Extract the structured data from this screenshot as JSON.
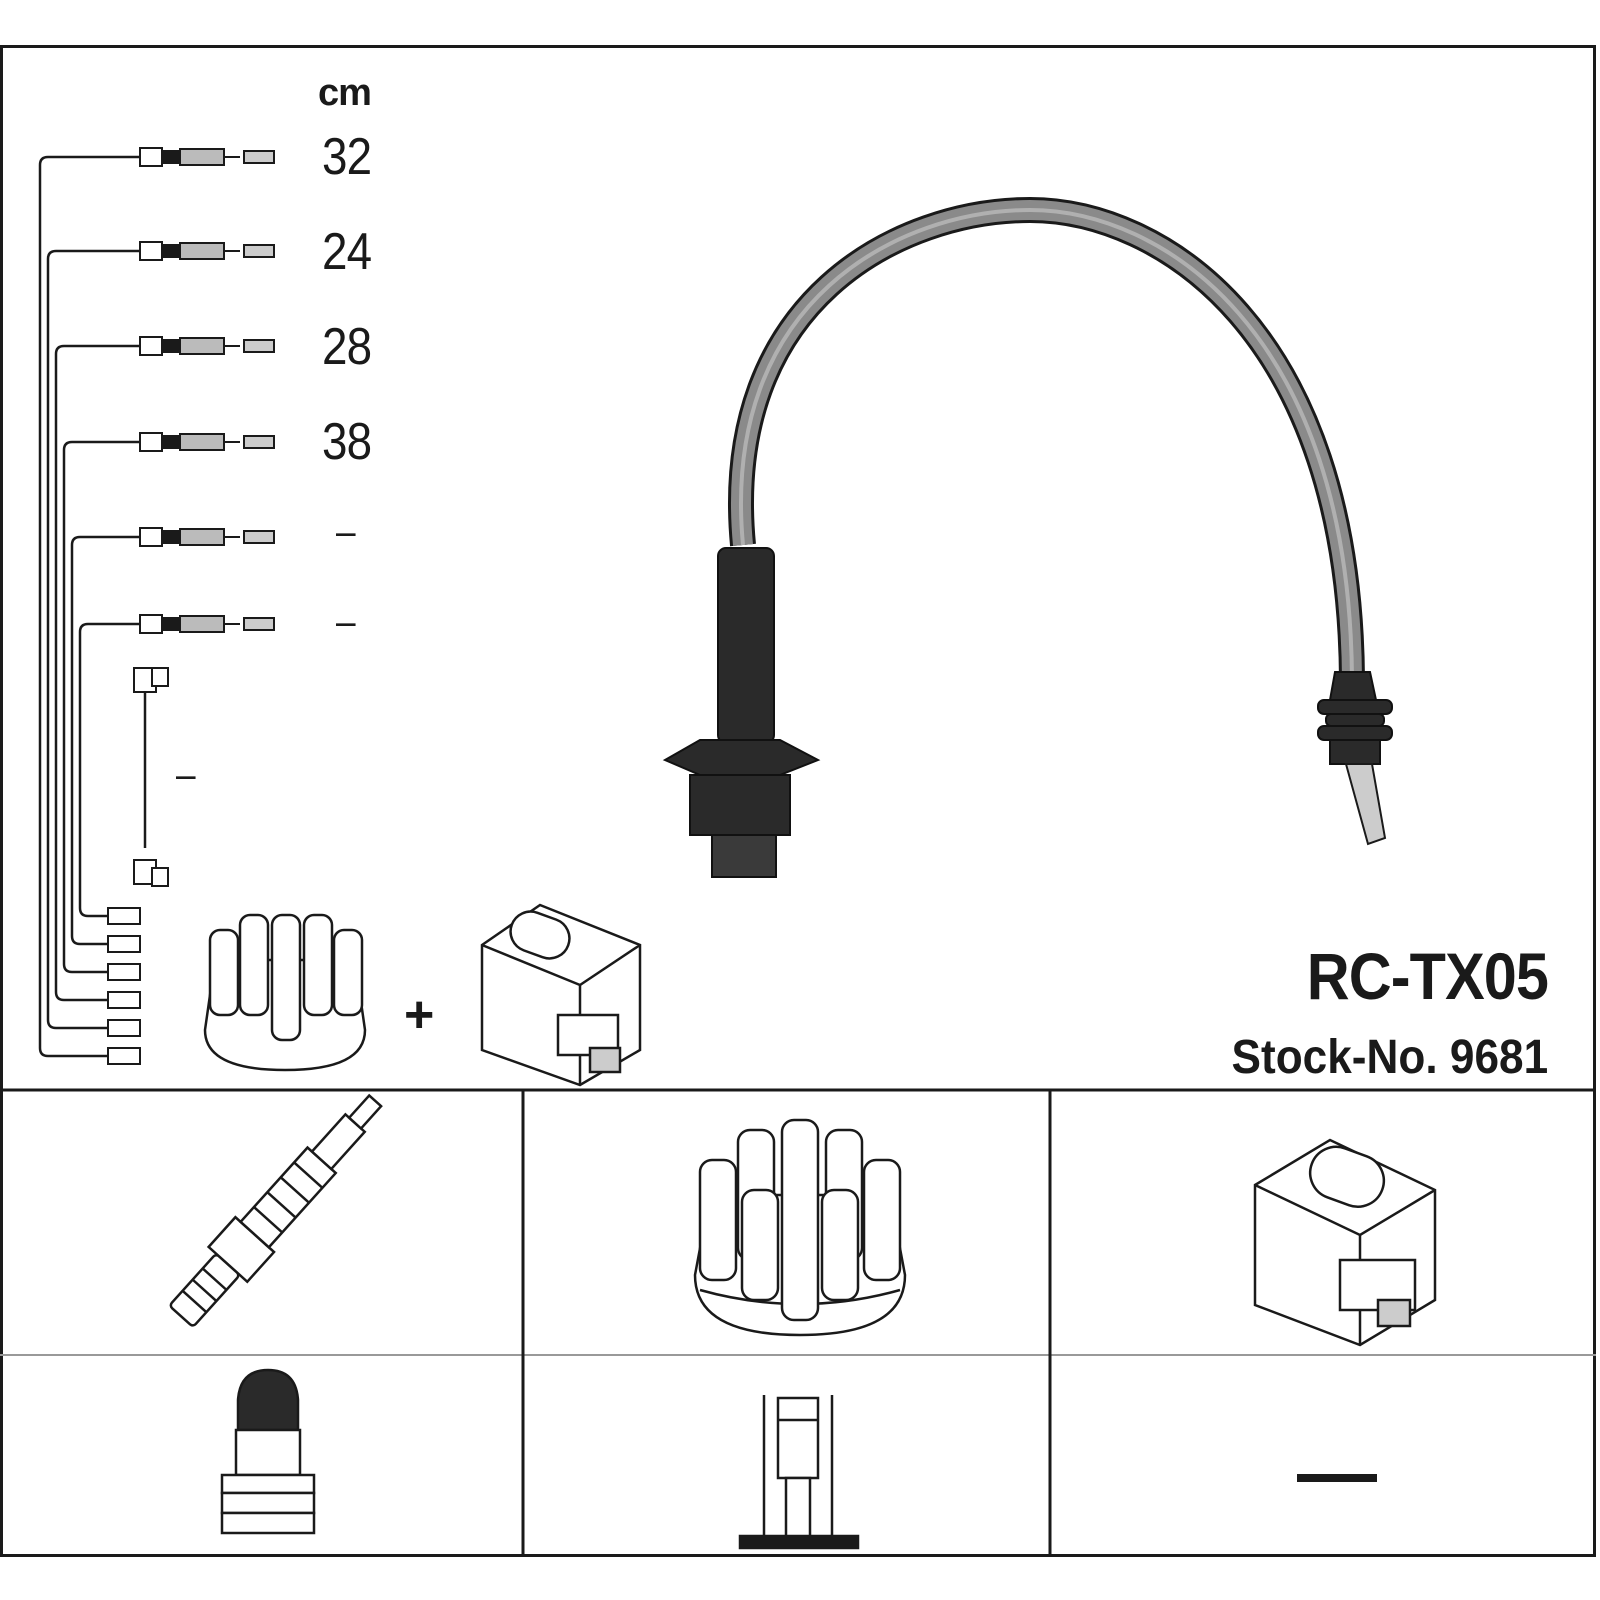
{
  "unit_label": "cm",
  "lead_lengths": [
    "32",
    "24",
    "28",
    "38",
    "–",
    "–"
  ],
  "coil_lead_length": "–",
  "plus_sign": "+",
  "part_number": "RC-TX05",
  "stock_number": "Stock-No. 9681",
  "bottom_row_value": "—",
  "colors": {
    "line": "#1a1a1a",
    "cable": "#8a8a8a",
    "rubber": "#2a2a2a"
  },
  "icons": [
    "spark-plug-icon",
    "distributor-cap-icon",
    "ignition-coil-icon",
    "plug-terminal-icon",
    "cap-terminal-icon"
  ]
}
